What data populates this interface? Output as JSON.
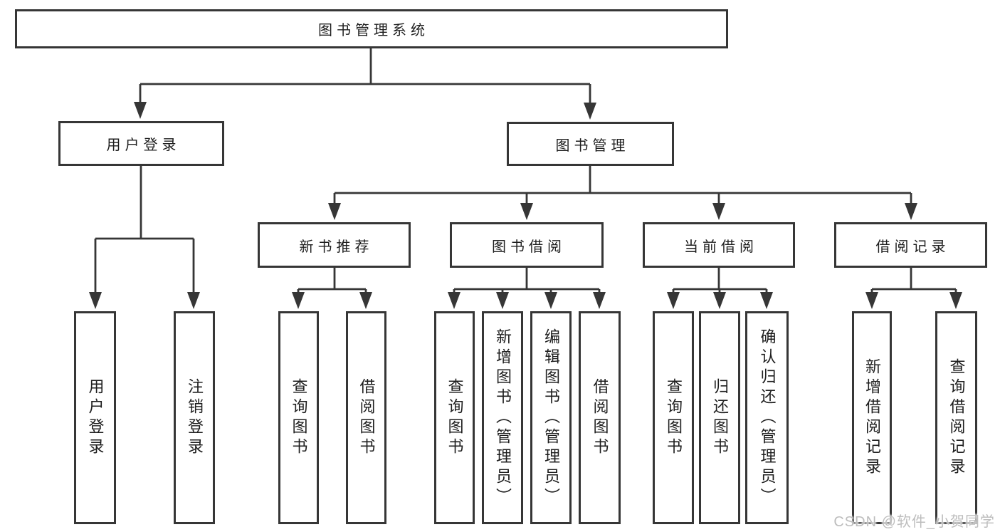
{
  "diagram": {
    "root": {
      "label": "图书管理系统"
    },
    "user_login": {
      "label": "用户登录",
      "children": [
        "用户登录",
        "注销登录"
      ]
    },
    "book_management": {
      "label": "图书管理",
      "sections": [
        {
          "label": "新书推荐",
          "children": [
            "查询图书",
            "借阅图书"
          ]
        },
        {
          "label": "图书借阅",
          "children": [
            "查询图书",
            "新增图书（管理员）",
            "编辑图书（管理员）",
            "借阅图书"
          ]
        },
        {
          "label": "当前借阅",
          "children": [
            "查询图书",
            "归还图书",
            "确认归还（管理员）"
          ]
        },
        {
          "label": "借阅记录",
          "children": [
            "新增借阅记录",
            "查询借阅记录"
          ]
        }
      ]
    },
    "colors": {
      "box_border": "#363636",
      "connector": "#363636",
      "text": "#1e1e1e",
      "watermark": "#bdbdbd"
    }
  },
  "watermark": {
    "text": "CSDN @软件_小贺同学"
  }
}
